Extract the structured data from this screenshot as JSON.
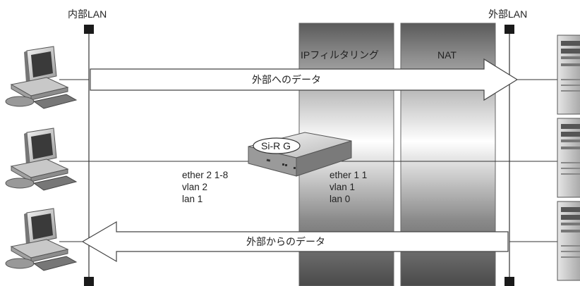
{
  "networks": {
    "internal_label": "内部LAN",
    "external_label": "外部LAN"
  },
  "processing": {
    "filter_label": "IPフィルタリング",
    "nat_label": "NAT"
  },
  "flows": {
    "outbound_label": "外部へのデータ",
    "inbound_label": "外部からのデータ"
  },
  "router": {
    "model_label": "Si-R G",
    "lan_side": [
      "ether 2 1-8",
      "vlan 2",
      "lan 1"
    ],
    "wan_side": [
      "ether 1 1",
      "vlan 1",
      "lan 0"
    ]
  },
  "devices": {
    "client_count": 3,
    "server_count": 3
  },
  "colors": {
    "band_dark": "#555555",
    "band_light": "#ffffff",
    "line": "#333333"
  }
}
